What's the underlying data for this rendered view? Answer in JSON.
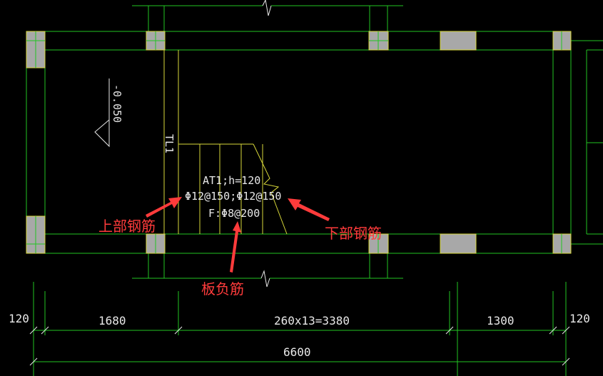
{
  "drawing": {
    "beam_label": "TL1",
    "elevation": "-0.050",
    "stair_notes": {
      "line1": "AT1;h=120",
      "line2": "Φ12@150;Φ12@150",
      "line3": "F:Φ8@200"
    },
    "annotations": {
      "top_rebar": "上部钢筋",
      "bottom_rebar": "下部钢筋",
      "slab_negative_rebar": "板负筋"
    },
    "dimensions": {
      "left_wall": "120",
      "landing": "1680",
      "stair_run": "260x13=3380",
      "right_span": "1300",
      "right_wall": "120",
      "total": "6600"
    }
  },
  "colors": {
    "axis_green": "#22c522",
    "outline_yellow": "#d8d83a",
    "column_fill": "#a8a8a8",
    "annotation_red": "#ff3b3b",
    "text_white": "#e8e8e8",
    "background": "#000000"
  }
}
